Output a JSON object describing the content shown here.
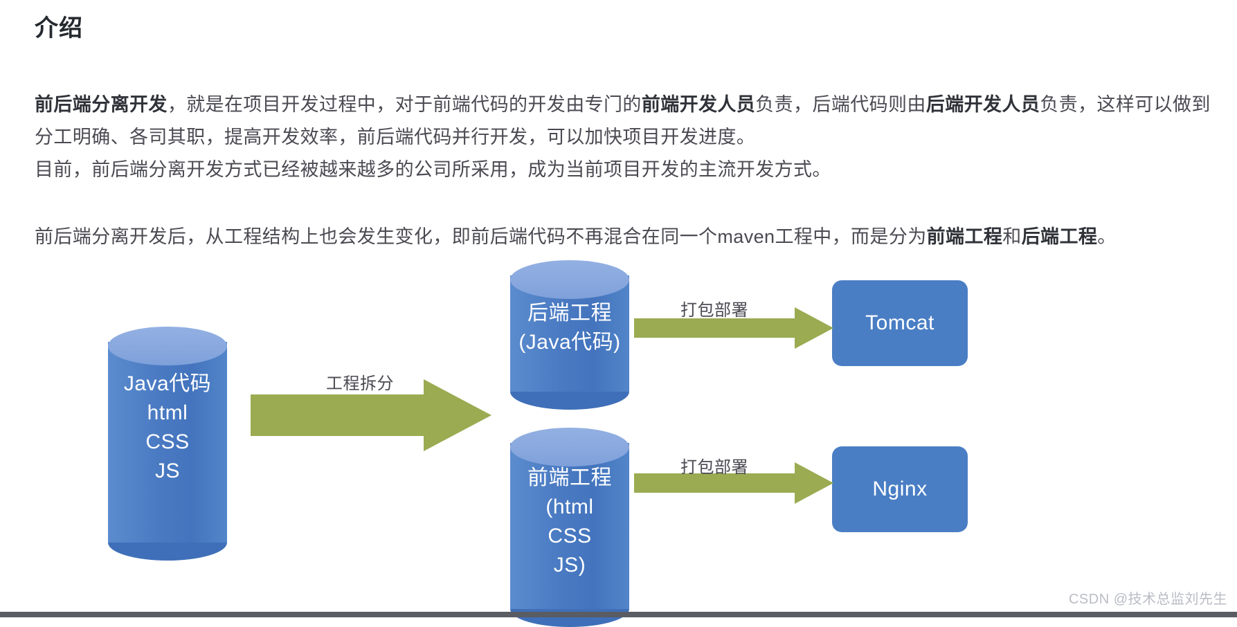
{
  "page": {
    "title": "介绍",
    "background_color": "#ffffff",
    "text_color": "#4a4a52"
  },
  "paragraphs": {
    "p1": {
      "run1_bold": "前后端分离开发",
      "run2": "，就是在项目开发过程中，对于前端代码的开发由专门的",
      "run3_bold": "前端开发人员",
      "run4": "负责，后端代码则由",
      "run5_bold": "后端开发人员",
      "run6": "负责，这样可以做到分工明确、各司其职，提高开发效率，前后端代码并行开发，可以加快项目开发进度。",
      "line3": "目前，前后端分离开发方式已经被越来越多的公司所采用，成为当前项目开发的主流开发方式。"
    },
    "p2": {
      "run1": "前后端分离开发后，从工程结构上也会发生变化，即前后端代码不再混合在同一个maven工程中，而是分为",
      "run2_bold": "前端工程",
      "run3": "和",
      "run4_bold": "后端工程",
      "run5": "。"
    }
  },
  "diagram": {
    "colors": {
      "cylinder_body": "#4a7ac2",
      "cylinder_top": "#89a8de",
      "box_blue": "#4a7ec4",
      "arrow_green": "#9aab52",
      "label_text": "#4a4a52"
    },
    "nodes": [
      {
        "id": "monolith",
        "kind": "cylinder",
        "lines": [
          "Java代码",
          "html",
          "CSS",
          "JS"
        ]
      },
      {
        "id": "backend",
        "kind": "cylinder",
        "lines": [
          "后端工程",
          "(Java代码)"
        ]
      },
      {
        "id": "frontend",
        "kind": "cylinder",
        "lines": [
          "前端工程",
          "(html",
          "CSS",
          "JS)"
        ]
      },
      {
        "id": "tomcat",
        "kind": "rounded-box",
        "label": "Tomcat"
      },
      {
        "id": "nginx",
        "kind": "rounded-box",
        "label": "Nginx"
      }
    ],
    "arrows": [
      {
        "id": "split",
        "label": "工程拆分",
        "from": "monolith",
        "to": "backend/frontend"
      },
      {
        "id": "deploy-top",
        "label": "打包部署",
        "from": "backend",
        "to": "tomcat"
      },
      {
        "id": "deploy-bottom",
        "label": "打包部署",
        "from": "frontend",
        "to": "nginx"
      }
    ]
  },
  "watermark": {
    "text": "CSDN @技术总监刘先生"
  }
}
